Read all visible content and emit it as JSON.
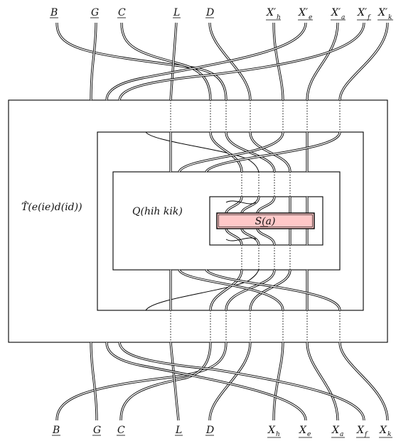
{
  "top_labels": [
    {
      "base": "B",
      "sub": ""
    },
    {
      "base": "G",
      "sub": ""
    },
    {
      "base": "C",
      "sub": ""
    },
    {
      "base": "L",
      "sub": ""
    },
    {
      "base": "D",
      "sub": ""
    },
    {
      "base": "X′",
      "sub": "h"
    },
    {
      "base": "X′",
      "sub": "e"
    },
    {
      "base": "X′",
      "sub": "a"
    },
    {
      "base": "X′",
      "sub": "f"
    },
    {
      "base": "X′",
      "sub": "k"
    }
  ],
  "bottom_labels": [
    {
      "base": "B",
      "sub": ""
    },
    {
      "base": "G",
      "sub": ""
    },
    {
      "base": "C",
      "sub": ""
    },
    {
      "base": "L",
      "sub": ""
    },
    {
      "base": "D",
      "sub": ""
    },
    {
      "base": "X",
      "sub": "h"
    },
    {
      "base": "X",
      "sub": "e"
    },
    {
      "base": "X",
      "sub": "a"
    },
    {
      "base": "X",
      "sub": "f"
    },
    {
      "base": "X",
      "sub": "k"
    }
  ],
  "boxes": {
    "outer_label": "T̂(e(ie)d(id))",
    "middle_label": "",
    "inner_label": "Q(hih kik)",
    "antipode_label": "S(a)"
  },
  "colors": {
    "antipode_fill": "#ffc8c8",
    "antipode_stroke": "#000000"
  }
}
